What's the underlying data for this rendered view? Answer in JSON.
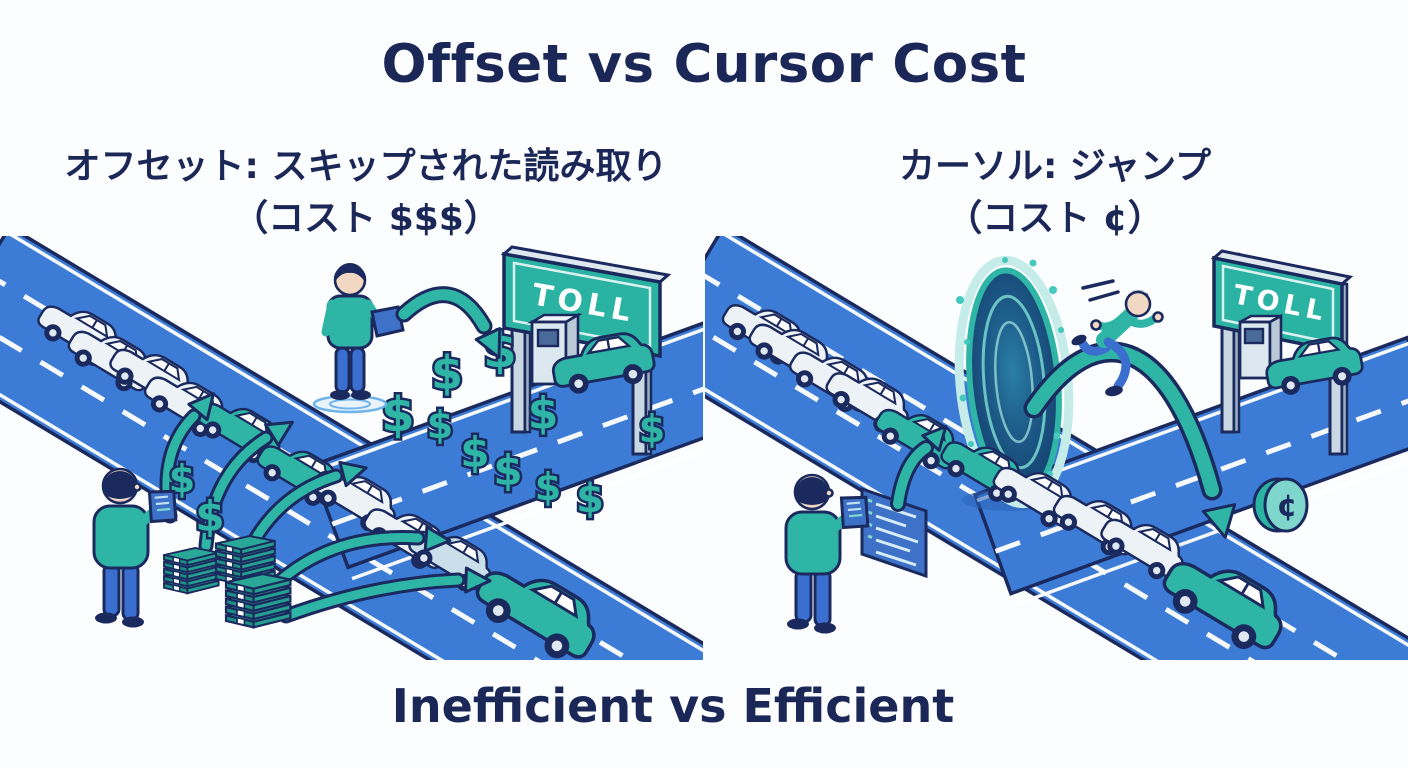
{
  "title": "Offset vs Cursor Cost",
  "footer": "Inefficient vs Efficient",
  "left_panel": {
    "heading_line1": "オフセット: スキップされた読み取り",
    "heading_line2": "（コスト $$$）",
    "toll_sign_label": "TOLL",
    "dollar_symbol": "$"
  },
  "right_panel": {
    "heading_line1": "カーソル: ジャンプ",
    "heading_line2": "（コスト ¢）",
    "toll_sign_label": "TOLL",
    "cent_symbol": "¢"
  },
  "colors": {
    "heading_navy": "#1a2757",
    "outline_navy": "#1b2a5e",
    "road_blue": "#3c7cd6",
    "teal_accent": "#2fb5a5",
    "teal_dark": "#1d8f85",
    "toll_sign_teal": "#2ab3a3",
    "white_car": "#edf2f7",
    "light_blue_car": "#c9dfe9",
    "background": "#fcfdfe"
  }
}
